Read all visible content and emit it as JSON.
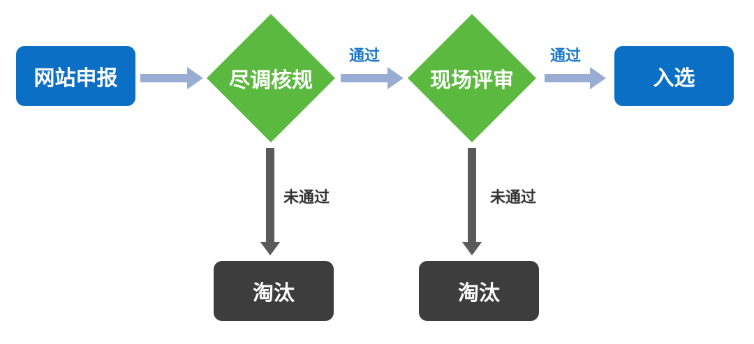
{
  "nodes": {
    "submit": "网站申报",
    "due_diligence": "尽调核规",
    "site_review": "现场评审",
    "selected": "入选",
    "eliminated_1": "淘汰",
    "eliminated_2": "淘汰"
  },
  "edges": {
    "pass_1": "通过",
    "pass_2": "通过",
    "fail_1": "未通过",
    "fail_2": "未通过"
  },
  "colors": {
    "blue_box": "#0b6fc6",
    "green_diamond": "#5cb93f",
    "dark_box": "#3d3d3d",
    "horizontal_arrow": "#98acd4",
    "vertical_arrow": "#5a5a5a",
    "pass_label": "#1b78cc"
  }
}
